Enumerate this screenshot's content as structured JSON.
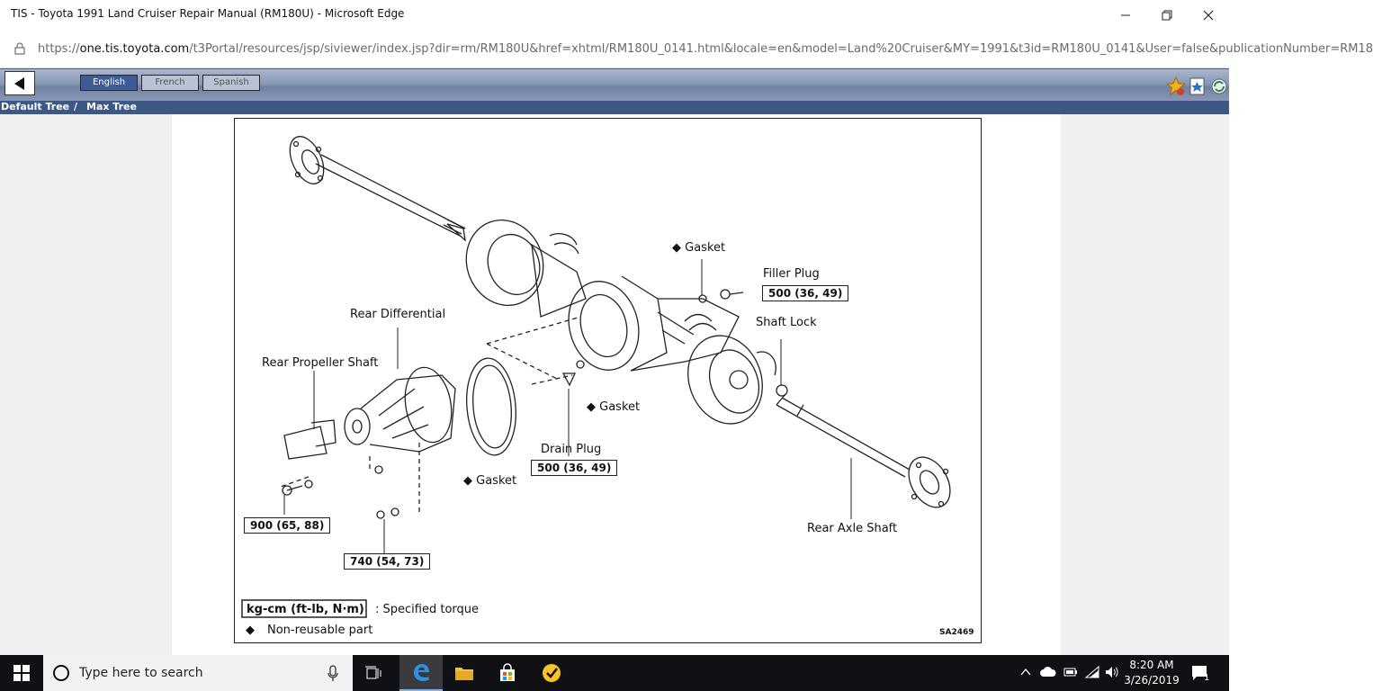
{
  "window": {
    "title": "TIS - Toyota 1991 Land Cruiser Repair Manual (RM180U) - Microsoft Edge",
    "controls": [
      "minimize",
      "restore",
      "close"
    ]
  },
  "address_bar": {
    "url_prefix": "https://",
    "url_host": "one.tis.toyota.com",
    "url_path": "/t3Portal/resources/jsp/siviewer/index.jsp?dir=rm/RM180U&href=xhtml/RM180U_0141.html&locale=en&model=Land%20Cruiser&MY=1991&t3id=RM180U_0141&User=false&publicationNumber=RM18"
  },
  "toolbar": {
    "languages": [
      "English",
      "French",
      "Spanish"
    ],
    "selected_language": "English",
    "icons": [
      "back-arrow-icon",
      "favorites-star-icon",
      "bookmark-icon",
      "refresh-icon"
    ]
  },
  "breadcrumb": {
    "items": [
      "Default Tree",
      "Max Tree"
    ],
    "separator": "/"
  },
  "diagram": {
    "labels": {
      "gasket_top": "◆ Gasket",
      "filler_plug": "Filler Plug",
      "shaft_lock": "Shaft Lock",
      "rear_differential": "Rear Differential",
      "rear_propeller_shaft": "Rear Propeller Shaft",
      "gasket_mid": "◆ Gasket",
      "drain_plug": "Drain Plug",
      "gasket_bottom": "◆ Gasket",
      "rear_axle_shaft": "Rear Axle Shaft"
    },
    "torques": {
      "filler_plug": "500 (36, 49)",
      "drain_plug": "500 (36, 49)",
      "propeller": "900 (65, 88)",
      "differential": "740 (54, 73)"
    },
    "legend": {
      "torque_units": "kg-cm (ft-lb, N·m)",
      "torque_desc": ":  Specified torque",
      "nonreusable_symbol": "◆",
      "nonreusable_desc": "Non-reusable part"
    },
    "code": "SA2469"
  },
  "taskbar": {
    "search_placeholder": "Type here to search",
    "apps": [
      "task-view-icon",
      "edge-icon",
      "file-explorer-icon",
      "store-icon",
      "norton-icon"
    ],
    "time": "8:20 AM",
    "date": "3/26/2019",
    "notification_count": "1"
  }
}
